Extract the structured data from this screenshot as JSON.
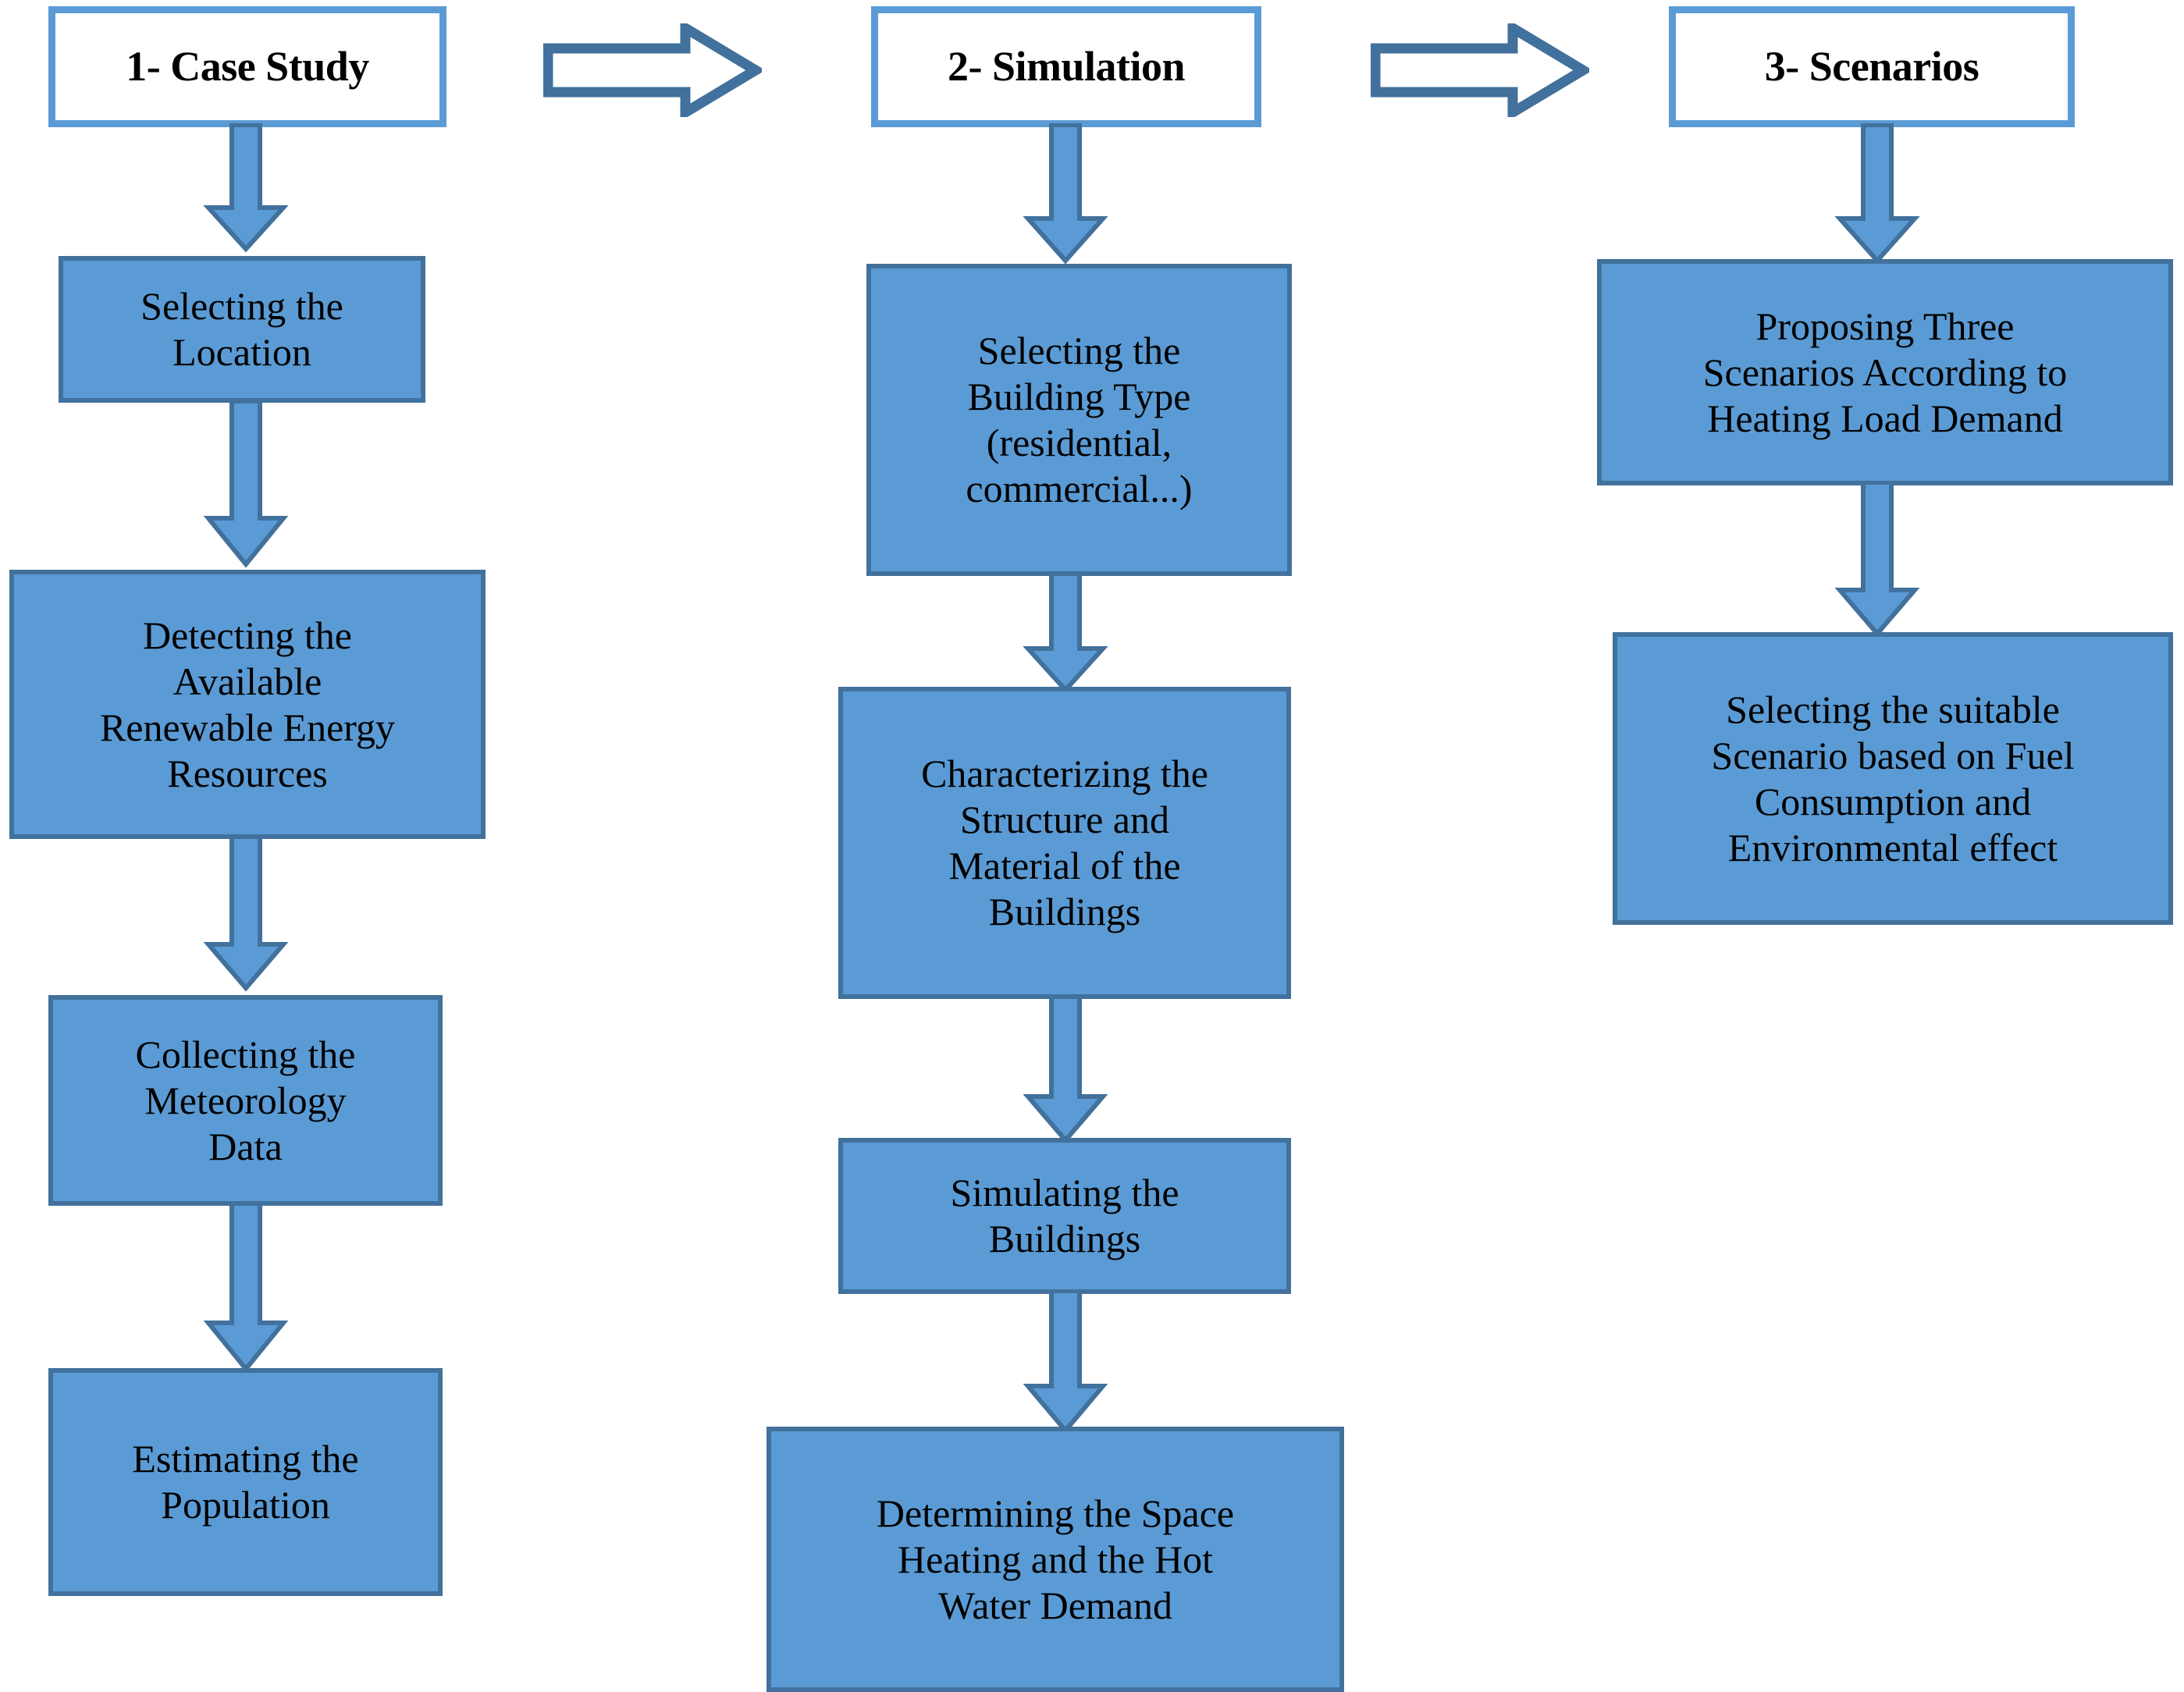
{
  "diagram": {
    "title_sequence": [
      "1- Case Study",
      "2- Simulation",
      "3- Scenarios"
    ],
    "colors": {
      "box_fill": "#5B9BD5",
      "box_border": "#41719C",
      "header_border": "#5B9BD5",
      "header_fill": "#FFFFFF",
      "arrow_fill": "#5B9BD5",
      "arrow_stroke": "#41719C",
      "hollow_arrow_stroke": "#41719C",
      "text": "#000000",
      "background": "#FFFFFF"
    },
    "stages": [
      {
        "header": "1- Case Study",
        "steps": [
          "Selecting the\nLocation",
          "Detecting the\nAvailable\nRenewable Energy\nResources",
          "Collecting the\nMeteorology\nData",
          "Estimating the\nPopulation"
        ]
      },
      {
        "header": "2- Simulation",
        "steps": [
          "Selecting the\nBuilding Type\n(residential,\ncommercial...)",
          "Characterizing the\nStructure and\nMaterial of the\nBuildings",
          "Simulating the\nBuildings",
          "Determining the Space\nHeating and the Hot\nWater Demand"
        ]
      },
      {
        "header": "3- Scenarios",
        "steps": [
          "Proposing Three\nScenarios According to\nHeating Load Demand",
          "Selecting the suitable\nScenario based on Fuel\nConsumption and\nEnvironmental effect"
        ]
      }
    ],
    "connectors": {
      "stage_1_to_2": "right-block-arrow",
      "stage_2_to_3": "right-block-arrow",
      "vertical": "down-arrow"
    }
  }
}
